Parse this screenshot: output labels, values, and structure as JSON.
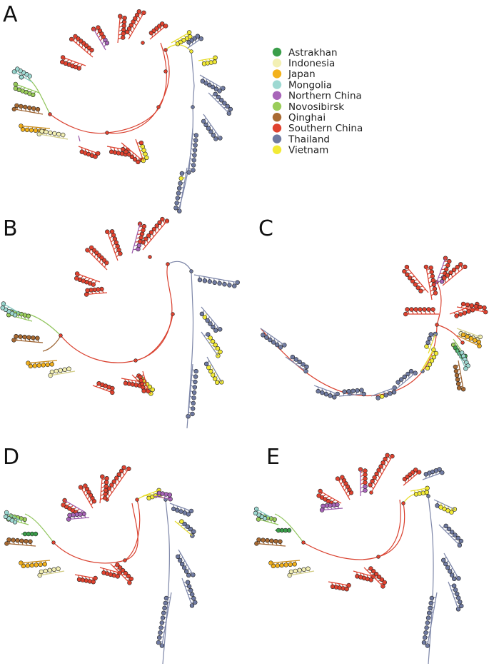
{
  "panels": [
    {
      "label": "A",
      "id": "A"
    },
    {
      "label": "B",
      "id": "B"
    },
    {
      "label": "C",
      "id": "C"
    },
    {
      "label": "D",
      "id": "D"
    },
    {
      "label": "E",
      "id": "E"
    }
  ],
  "legend": [
    {
      "label": "Astrakhan",
      "key": "astrakhan",
      "color": "#3a9e4a"
    },
    {
      "label": "Indonesia",
      "key": "indonesia",
      "color": "#f3f0b4"
    },
    {
      "label": "Japan",
      "key": "japan",
      "color": "#f3b21c"
    },
    {
      "label": "Mongolia",
      "key": "mongolia",
      "color": "#9ed9d2"
    },
    {
      "label": "Northern China",
      "key": "northern_china",
      "color": "#a865b9"
    },
    {
      "label": "Novosibirsk",
      "key": "novosibirsk",
      "color": "#9acd5a"
    },
    {
      "label": "Qinghai",
      "key": "qinghai",
      "color": "#a96a32"
    },
    {
      "label": "Southern China",
      "key": "southern_china",
      "color": "#e0422f"
    },
    {
      "label": "Thailand",
      "key": "thailand",
      "color": "#6f7aa1"
    },
    {
      "label": "Vietnam",
      "key": "vietnam",
      "color": "#f2ea35"
    }
  ]
}
